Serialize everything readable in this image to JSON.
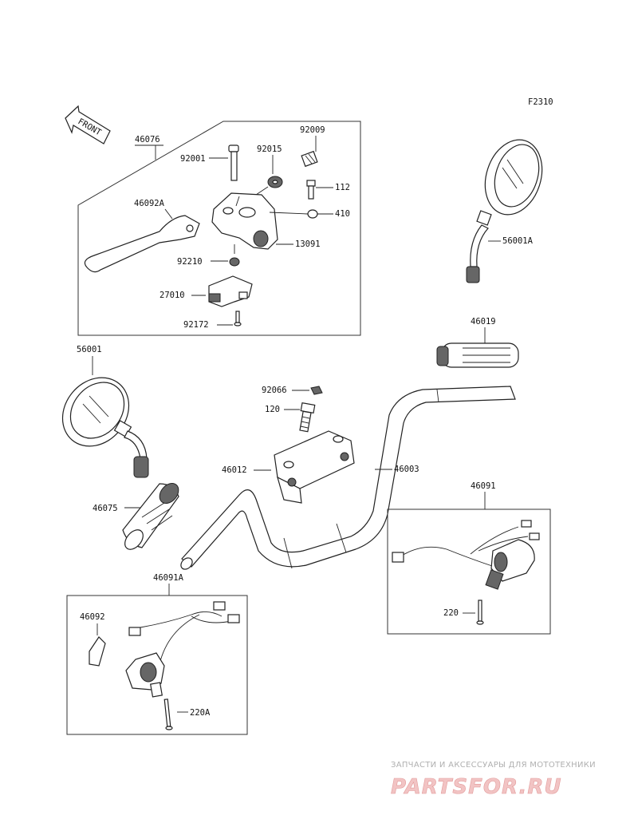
{
  "diagram": {
    "code": "F2310",
    "front_label": "FRONT",
    "labels": {
      "p46076": "46076",
      "p92009": "92009",
      "p92001": "92001",
      "p92015": "92015",
      "p112": "112",
      "p46092A": "46092A",
      "p410": "410",
      "p13091": "13091",
      "p92210": "92210",
      "p27010": "27010",
      "p92172": "92172",
      "p56001A": "56001A",
      "p46019": "46019",
      "p56001": "56001",
      "p92066": "92066",
      "p120": "120",
      "p46012": "46012",
      "p46003": "46003",
      "p46075": "46075",
      "p46091": "46091",
      "p220": "220",
      "p46091A": "46091A",
      "p46092": "46092",
      "p220A": "220A"
    }
  },
  "watermark": {
    "tagline": "ЗАПЧАСТИ И АКСЕССУАРЫ ДЛЯ МОТОТЕХНИКИ",
    "brand": "PARTSFOR.RU"
  }
}
